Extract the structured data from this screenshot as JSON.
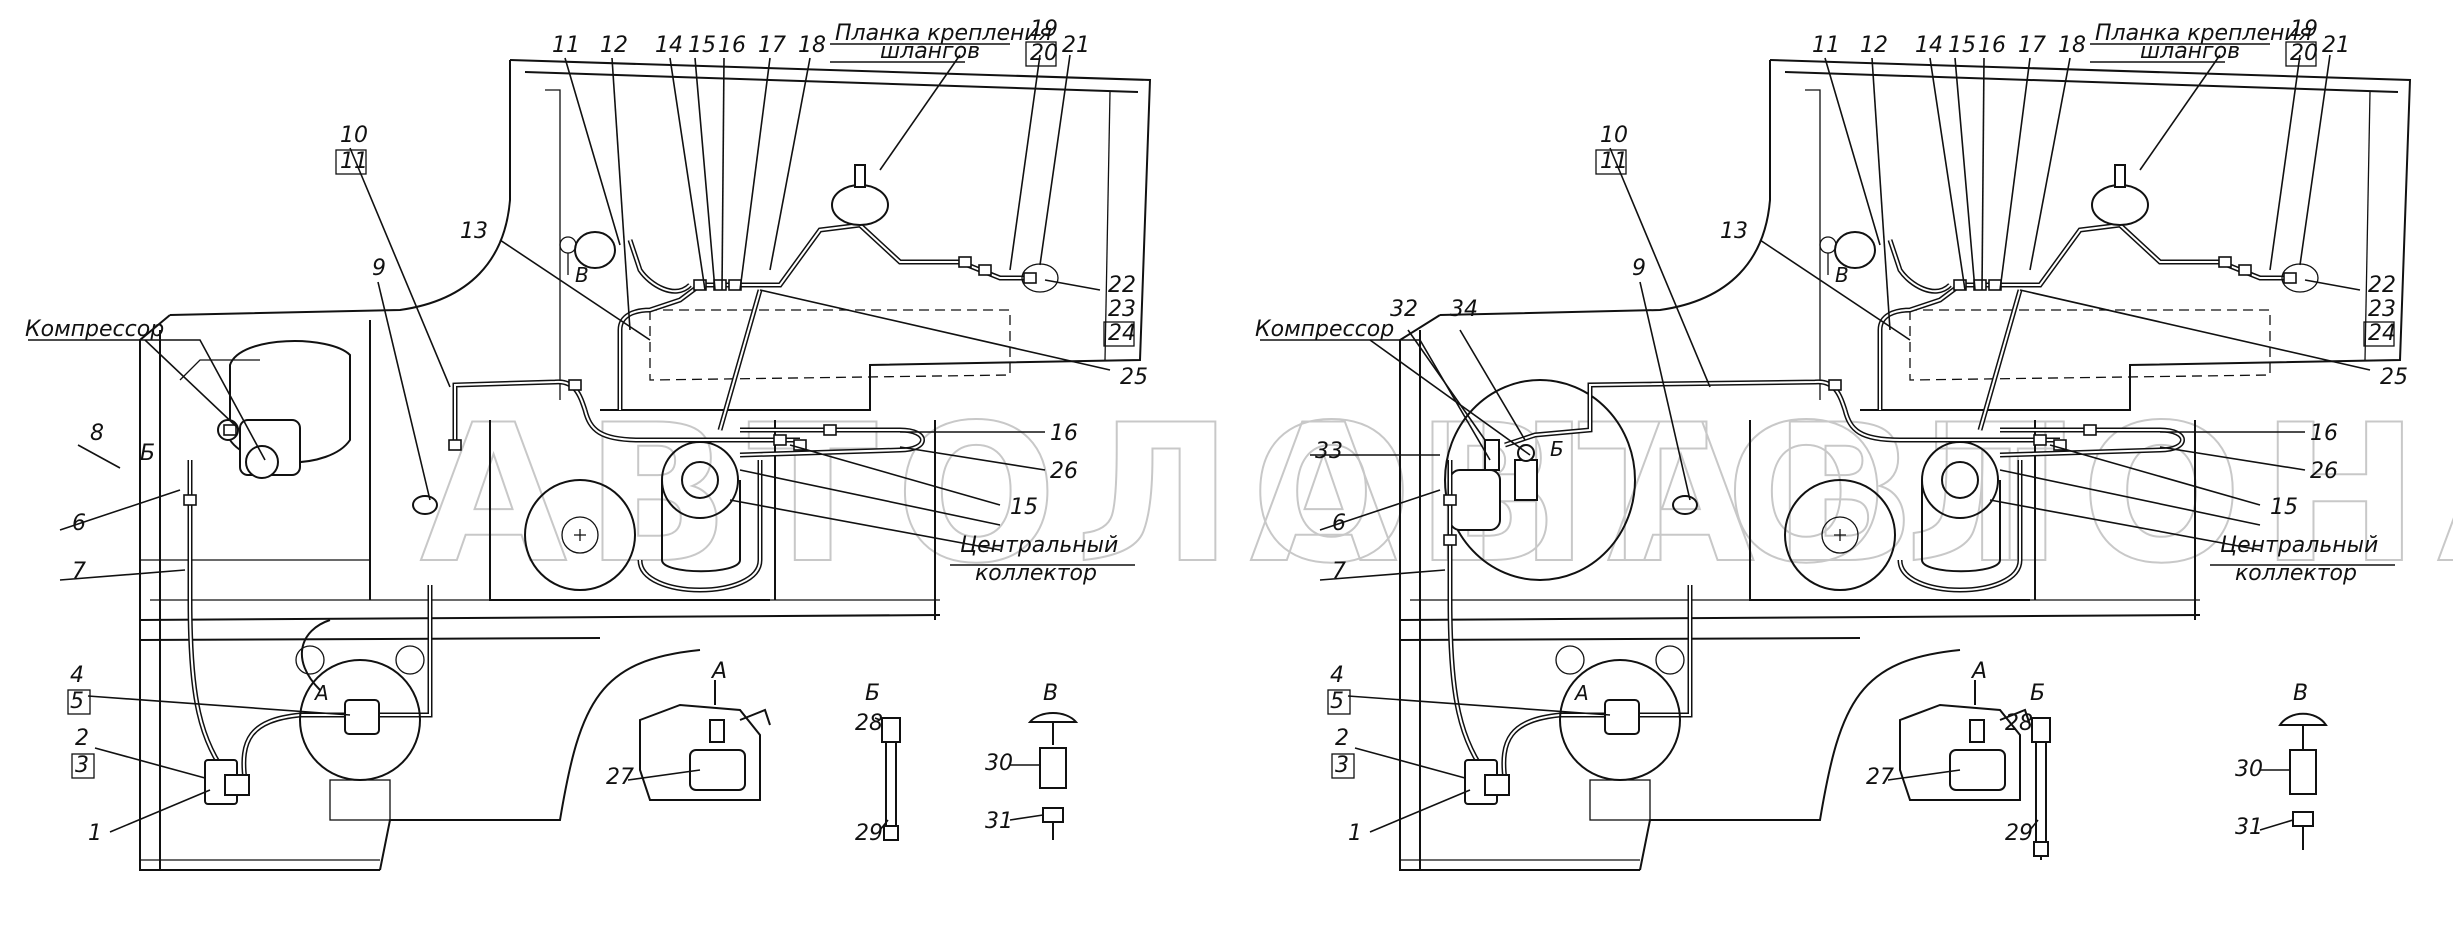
{
  "watermark": "АВТОЛОНАВТ",
  "left_view": {
    "labels": {
      "planka": "Планка крепления",
      "shlangov": "шлангов",
      "kompressor": "Компрессор",
      "central_1": "Центральный",
      "central_2": "коллектор",
      "view_b": "Б",
      "view_v": "В",
      "view_a": "А"
    },
    "numbers": {
      "n1": "1",
      "n2": "2",
      "n3": "3",
      "n4": "4",
      "n5": "5",
      "n6": "6",
      "n7": "7",
      "n8": "8",
      "n9": "9",
      "n10": "10",
      "n11a": "11",
      "n11b": "11",
      "n12": "12",
      "n13": "13",
      "n14": "14",
      "n15a": "15",
      "n15b": "15",
      "n16a": "16",
      "n16b": "16",
      "n17": "17",
      "n18": "18",
      "n19": "19",
      "n20": "20",
      "n21": "21",
      "n22": "22",
      "n23": "23",
      "n24": "24",
      "n25": "25",
      "n26": "26",
      "n27": "27",
      "n28": "28",
      "n29": "29",
      "n30": "30",
      "n31": "31"
    }
  },
  "right_view": {
    "labels": {
      "planka": "Планка крепления",
      "shlangov": "шлангов",
      "kompressor": "Компрессор",
      "central_1": "Центральный",
      "central_2": "коллектор",
      "view_b": "Б",
      "view_v": "В",
      "view_a": "А"
    },
    "numbers": {
      "n1": "1",
      "n2": "2",
      "n3": "3",
      "n4": "4",
      "n5": "5",
      "n6": "6",
      "n7": "7",
      "n9": "9",
      "n10": "10",
      "n11a": "11",
      "n11b": "11",
      "n12": "12",
      "n13": "13",
      "n14": "14",
      "n15a": "15",
      "n15b": "15",
      "n16a": "16",
      "n16b": "16",
      "n17": "17",
      "n18": "18",
      "n19": "19",
      "n20": "20",
      "n21": "21",
      "n22": "22",
      "n23": "23",
      "n24": "24",
      "n25": "25",
      "n26": "26",
      "n27": "27",
      "n28": "28",
      "n29": "29",
      "n30": "30",
      "n31": "31",
      "n32": "32",
      "n33": "33",
      "n34": "34"
    }
  }
}
